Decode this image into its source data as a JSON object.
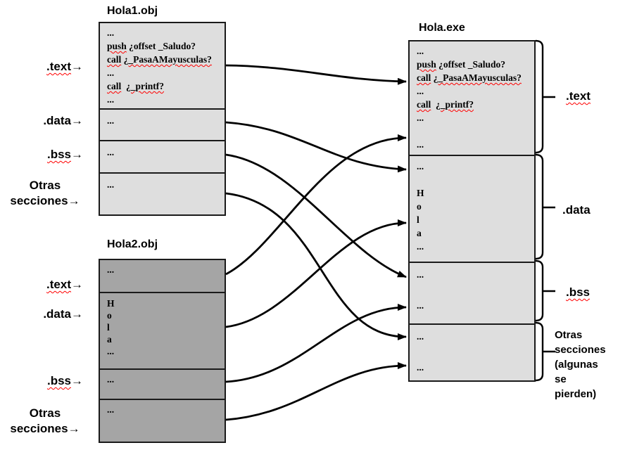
{
  "colors": {
    "box_light": "#dedede",
    "box_dark": "#a5a5a5",
    "border": "#1a1a1a",
    "squiggle": "#ff0000",
    "ink": "#000000",
    "background": "#ffffff"
  },
  "hola1": {
    "title": "Hola1.obj",
    "sections": {
      "text": {
        "lines": [
          [
            {
              "t": "...",
              "sq": false
            }
          ],
          [
            {
              "t": "push",
              "sq": true
            },
            {
              "t": " ¿offset _Saludo?",
              "sq": false
            }
          ],
          [
            {
              "t": "call",
              "sq": true
            },
            {
              "t": " ",
              "sq": false
            },
            {
              "t": "¿_PasaAMayusculas?",
              "sq": true
            }
          ],
          [
            {
              "t": "...",
              "sq": false
            }
          ],
          [
            {
              "t": "call",
              "sq": true
            },
            {
              "t": "  ",
              "sq": false
            },
            {
              "t": "¿_printf?",
              "sq": true
            }
          ],
          [
            {
              "t": "...",
              "sq": false
            }
          ]
        ]
      },
      "data": {
        "lines": [
          [
            {
              "t": "...",
              "sq": false
            }
          ]
        ]
      },
      "bss": {
        "lines": [
          [
            {
              "t": "...",
              "sq": false
            }
          ]
        ]
      },
      "otras": {
        "lines": [
          [
            {
              "t": "...",
              "sq": false
            }
          ]
        ]
      }
    }
  },
  "hola2": {
    "title": "Hola2.obj",
    "sections": {
      "text": {
        "lines": [
          [
            {
              "t": "...",
              "sq": false
            }
          ]
        ]
      },
      "data": {
        "lines": [
          [
            {
              "t": "H",
              "sq": false
            }
          ],
          [
            {
              "t": "o",
              "sq": false
            }
          ],
          [
            {
              "t": "l",
              "sq": false
            }
          ],
          [
            {
              "t": "a",
              "sq": false
            }
          ],
          [
            {
              "t": "...",
              "sq": false
            }
          ]
        ]
      },
      "bss": {
        "lines": [
          [
            {
              "t": "...",
              "sq": false
            }
          ]
        ]
      },
      "otras": {
        "lines": [
          [
            {
              "t": "...",
              "sq": false
            }
          ]
        ]
      }
    }
  },
  "exe": {
    "title": "Hola.exe",
    "sections": {
      "text": {
        "lines": [
          [
            {
              "t": "...",
              "sq": false
            }
          ],
          [
            {
              "t": "push",
              "sq": true
            },
            {
              "t": " ¿offset _Saludo?",
              "sq": false
            }
          ],
          [
            {
              "t": "call",
              "sq": true
            },
            {
              "t": " ",
              "sq": false
            },
            {
              "t": "¿_PasaAMayusculas?",
              "sq": true
            }
          ],
          [
            {
              "t": "...",
              "sq": false
            }
          ],
          [
            {
              "t": "call",
              "sq": true
            },
            {
              "t": "  ",
              "sq": false
            },
            {
              "t": "¿_printf?",
              "sq": true
            }
          ],
          [
            {
              "t": "...",
              "sq": false
            }
          ],
          [
            {
              "t": "",
              "sq": false
            }
          ],
          [
            {
              "t": "...",
              "sq": false
            }
          ]
        ]
      },
      "data": {
        "lines": [
          [
            {
              "t": "...",
              "sq": false
            }
          ],
          [
            {
              "t": "",
              "sq": false
            }
          ],
          [
            {
              "t": "H",
              "sq": false
            }
          ],
          [
            {
              "t": "o",
              "sq": false
            }
          ],
          [
            {
              "t": "l",
              "sq": false
            }
          ],
          [
            {
              "t": "a",
              "sq": false
            }
          ],
          [
            {
              "t": "...",
              "sq": false
            }
          ]
        ]
      },
      "bss": {
        "lines": [
          [
            {
              "t": "...",
              "sq": false
            }
          ],
          [
            {
              "t": "",
              "sq": false
            }
          ],
          [
            {
              "t": "...",
              "sq": false
            }
          ]
        ]
      },
      "otras": {
        "lines": [
          [
            {
              "t": "...",
              "sq": false
            }
          ],
          [
            {
              "t": "",
              "sq": false
            }
          ],
          [
            {
              "t": "...",
              "sq": false
            }
          ]
        ]
      }
    }
  },
  "labels_left": {
    "h1_text": {
      "label": ".text",
      "arrow": "→"
    },
    "h1_data": {
      "label": ".data",
      "arrow": "→"
    },
    "h1_bss": {
      "label": ".bss",
      "arrow": "→"
    },
    "h1_otras": {
      "label": "Otras\nsecciones→"
    },
    "h2_text": {
      "label": ".text",
      "arrow": "→"
    },
    "h2_data": {
      "label": ".data",
      "arrow": "→"
    },
    "h2_bss": {
      "label": ".bss",
      "arrow": "→"
    },
    "h2_otras": {
      "label": "Otras\nsecciones→"
    }
  },
  "labels_right": {
    "text": ".text",
    "data": ".data",
    "bss": ".bss",
    "otras": "Otras\nsecciones\n(algunas\n se\npierden)"
  },
  "connectors": [
    {
      "from": "hola1.text",
      "to": "exe.text.top"
    },
    {
      "from": "hola1.data",
      "to": "exe.data.top"
    },
    {
      "from": "hola1.bss",
      "to": "exe.bss.top"
    },
    {
      "from": "hola1.otras",
      "to": "exe.otras.top"
    },
    {
      "from": "hola2.text",
      "to": "exe.text.bottom"
    },
    {
      "from": "hola2.data",
      "to": "exe.data.hola"
    },
    {
      "from": "hola2.bss",
      "to": "exe.bss.bottom"
    },
    {
      "from": "hola2.otras",
      "to": "exe.otras.bottom"
    }
  ]
}
